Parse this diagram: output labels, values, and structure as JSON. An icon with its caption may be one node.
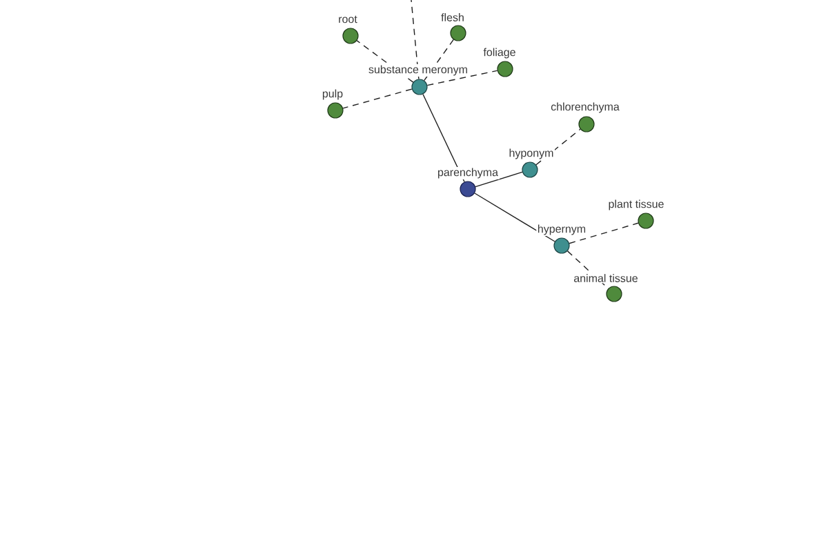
{
  "diagram": {
    "nodes": [
      {
        "text": [
          "root"
        ]
      },
      {
        "text": [
          "flesh"
        ]
      },
      {
        "text": [
          "foliage"
        ]
      },
      {
        "text": [
          "substance meronym"
        ]
      },
      {
        "text": [
          "pulp"
        ]
      },
      {
        "text": [
          "chlorenchyma"
        ]
      },
      {
        "text": [
          "hyponym"
        ]
      },
      {
        "text": [
          "parenchyma"
        ]
      },
      {
        "text": [
          "plant tissue"
        ]
      },
      {
        "text": [
          "hypernym"
        ]
      },
      {
        "text": [
          "animal tissue"
        ]
      }
    ],
    "edges": [
      {
        "from": 7,
        "to": 3,
        "arrow": "none"
      },
      {
        "from": 7,
        "to": 6,
        "arrow": "none"
      },
      {
        "from": 7,
        "to": 9,
        "arrow": "none"
      },
      {
        "from": 3,
        "to": null,
        "arrow": "none",
        "style": "dashed"
      },
      {
        "from": 3,
        "to": 0,
        "arrow": "none",
        "style": "dashed"
      },
      {
        "from": 3,
        "to": 1,
        "arrow": "none",
        "style": "dashed"
      },
      {
        "from": 3,
        "to": 2,
        "arrow": "none",
        "style": "dashed"
      },
      {
        "from": 3,
        "to": 4,
        "arrow": "none",
        "style": "dashed"
      },
      {
        "from": 6,
        "to": 5,
        "arrow": "none",
        "style": "dashed"
      },
      {
        "from": 9,
        "to": 8,
        "arrow": "none",
        "style": "dashed"
      },
      {
        "from": 9,
        "to": 10,
        "arrow": "none",
        "style": "dashed"
      }
    ]
  }
}
